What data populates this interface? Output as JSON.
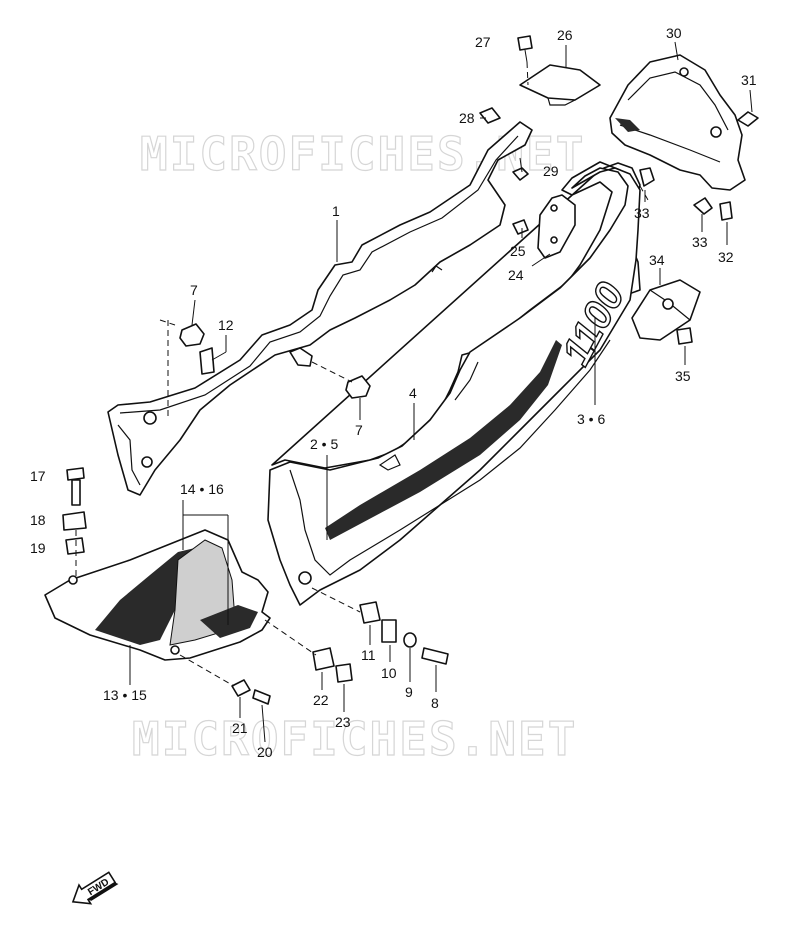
{
  "watermarks": [
    "MICROFICHES.NET",
    "MICROFICHES.NET"
  ],
  "logo_text": "1100",
  "fwd_label": "FWD",
  "callouts": [
    {
      "key": "c1",
      "text": "1"
    },
    {
      "key": "c2_5",
      "text": "2 • 5"
    },
    {
      "key": "c3_6",
      "text": "3 • 6"
    },
    {
      "key": "c4",
      "text": "4"
    },
    {
      "key": "c7a",
      "text": "7"
    },
    {
      "key": "c7b",
      "text": "7"
    },
    {
      "key": "c8",
      "text": "8"
    },
    {
      "key": "c9",
      "text": "9"
    },
    {
      "key": "c10",
      "text": "10"
    },
    {
      "key": "c11",
      "text": "11"
    },
    {
      "key": "c12",
      "text": "12"
    },
    {
      "key": "c13_15",
      "text": "13 • 15"
    },
    {
      "key": "c14_16",
      "text": "14 • 16"
    },
    {
      "key": "c17",
      "text": "17"
    },
    {
      "key": "c18",
      "text": "18"
    },
    {
      "key": "c19",
      "text": "19"
    },
    {
      "key": "c20",
      "text": "20"
    },
    {
      "key": "c21",
      "text": "21"
    },
    {
      "key": "c22",
      "text": "22"
    },
    {
      "key": "c23",
      "text": "23"
    },
    {
      "key": "c24",
      "text": "24"
    },
    {
      "key": "c25",
      "text": "25"
    },
    {
      "key": "c26",
      "text": "26"
    },
    {
      "key": "c27",
      "text": "27"
    },
    {
      "key": "c28",
      "text": "28"
    },
    {
      "key": "c29",
      "text": "29"
    },
    {
      "key": "c30",
      "text": "30"
    },
    {
      "key": "c31",
      "text": "31"
    },
    {
      "key": "c32",
      "text": "32"
    },
    {
      "key": "c33a",
      "text": "33"
    },
    {
      "key": "c33b",
      "text": "33"
    },
    {
      "key": "c34",
      "text": "34"
    },
    {
      "key": "c35",
      "text": "35"
    }
  ]
}
